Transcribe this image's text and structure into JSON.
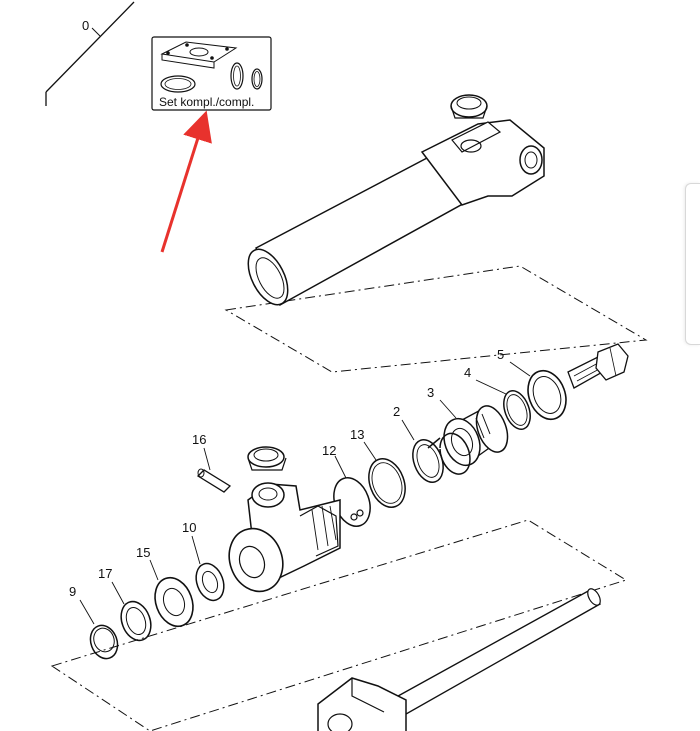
{
  "diagram": {
    "callout_zero": "0",
    "inset_caption": "Set kompl./compl.",
    "arrow_color": "#e8322d",
    "line_color": "#111111",
    "part_labels": [
      {
        "id": "label-16",
        "text": "16"
      },
      {
        "id": "label-12",
        "text": "12"
      },
      {
        "id": "label-13",
        "text": "13"
      },
      {
        "id": "label-2",
        "text": "2"
      },
      {
        "id": "label-3",
        "text": "3"
      },
      {
        "id": "label-4",
        "text": "4"
      },
      {
        "id": "label-5",
        "text": "5"
      },
      {
        "id": "label-10",
        "text": "10"
      },
      {
        "id": "label-15",
        "text": "15"
      },
      {
        "id": "label-17",
        "text": "17"
      },
      {
        "id": "label-9",
        "text": "9"
      }
    ]
  }
}
